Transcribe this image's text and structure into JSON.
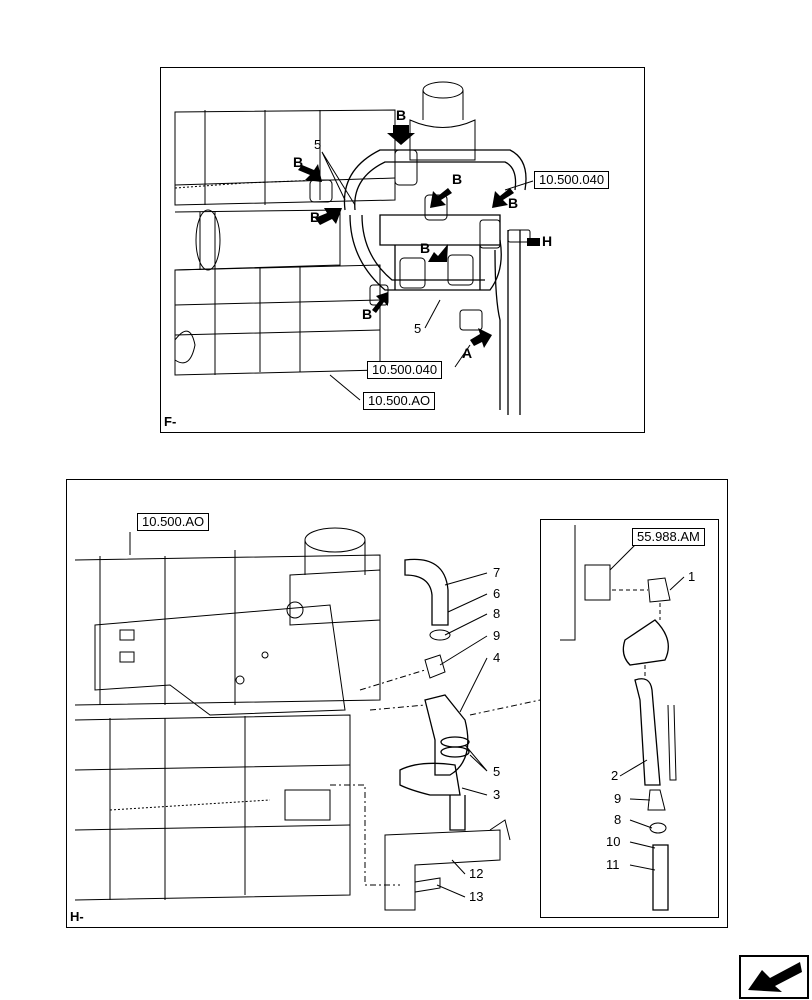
{
  "panel_f": {
    "label": "F-",
    "refs": {
      "top_right": "10.500.040",
      "lower_mid": "10.500.040",
      "bottom": "10.500.AO"
    },
    "callouts": {
      "five_upper": "5",
      "five_lower": "5"
    },
    "letters": {
      "b": "B",
      "h": "H",
      "a": "A"
    }
  },
  "panel_h": {
    "label": "H-",
    "refs": {
      "top_left": "10.500.AO",
      "inset": "55.988.AM"
    },
    "callouts": [
      "7",
      "6",
      "8",
      "9",
      "4",
      "5",
      "3",
      "12",
      "13"
    ],
    "inset_callouts": [
      "1",
      "2",
      "9",
      "8",
      "10",
      "11"
    ]
  },
  "navigation": {
    "icon": "back-arrow-icon"
  }
}
